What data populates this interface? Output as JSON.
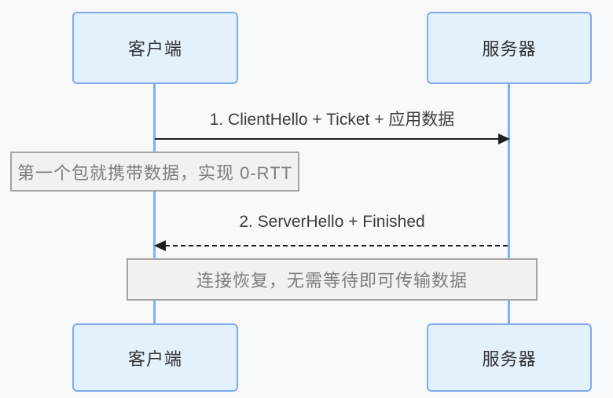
{
  "diagram": {
    "type": "sequence-diagram",
    "topic": "TLS 0-RTT session resumption",
    "actors": {
      "client": "客户端",
      "server": "服务器"
    },
    "messages": [
      {
        "label": "1. ClientHello + Ticket + 应用数据",
        "from": "client",
        "to": "server",
        "line_style": "solid",
        "direction": "right"
      },
      {
        "label": "2. ServerHello + Finished",
        "from": "server",
        "to": "client",
        "line_style": "dashed",
        "direction": "left"
      }
    ],
    "notes": [
      {
        "text": "第一个包就携带数据，实现 0-RTT",
        "anchor": "client-lifeline"
      },
      {
        "text": "连接恢复，无需等待即可传输数据",
        "anchor": "between-lifelines"
      }
    ],
    "colors": {
      "background": "#f8f9fb",
      "actor_fill": "#e3f1fd",
      "actor_border": "#7faaf0",
      "lifeline": "#7db0f5",
      "note_fill": "#f1f1f1",
      "note_border": "#a5a5a5",
      "note_text": "#7d7d7d",
      "message_text": "#3d3d3d",
      "actor_text": "#333333",
      "arrow": "#1f1f1f"
    }
  }
}
